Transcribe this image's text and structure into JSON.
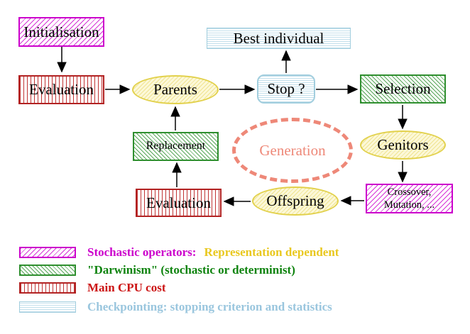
{
  "diagram": {
    "nodes": {
      "initialisation": "Initialisation",
      "evaluation_top": "Evaluation",
      "parents": "Parents",
      "best_individual": "Best individual",
      "stop": "Stop ?",
      "selection": "Selection",
      "genitors": "Genitors",
      "crossover_line1": "Crossover,",
      "crossover_line2": "Mutation, ...",
      "offspring": "Offspring",
      "evaluation_bottom": "Evaluation",
      "replacement": "Replacement",
      "generation": "Generation"
    },
    "colors": {
      "magenta": "#cc00cc",
      "red": "#b22222",
      "green": "#2f8f2f",
      "cyan_border": "#a2cede",
      "yellow_border": "#e2d14c",
      "yellow_fill": "#fcf8d8",
      "salmon": "#ee8878",
      "gold_text": "#e9c81f",
      "arrow": "#000000"
    }
  },
  "legend": {
    "items": [
      {
        "swatch": "magenta-diagonal-hatch",
        "label": "Stochastic operators:",
        "label_secondary": "Representation dependent"
      },
      {
        "swatch": "green-diagonal-hatch",
        "label": "\"Darwinism\" (stochastic or determinist)"
      },
      {
        "swatch": "red-vertical-stripes",
        "label": "Main CPU cost"
      },
      {
        "swatch": "cyan-horizontal-stripes",
        "label": "Checkpointing: stopping criterion and statistics"
      }
    ]
  }
}
